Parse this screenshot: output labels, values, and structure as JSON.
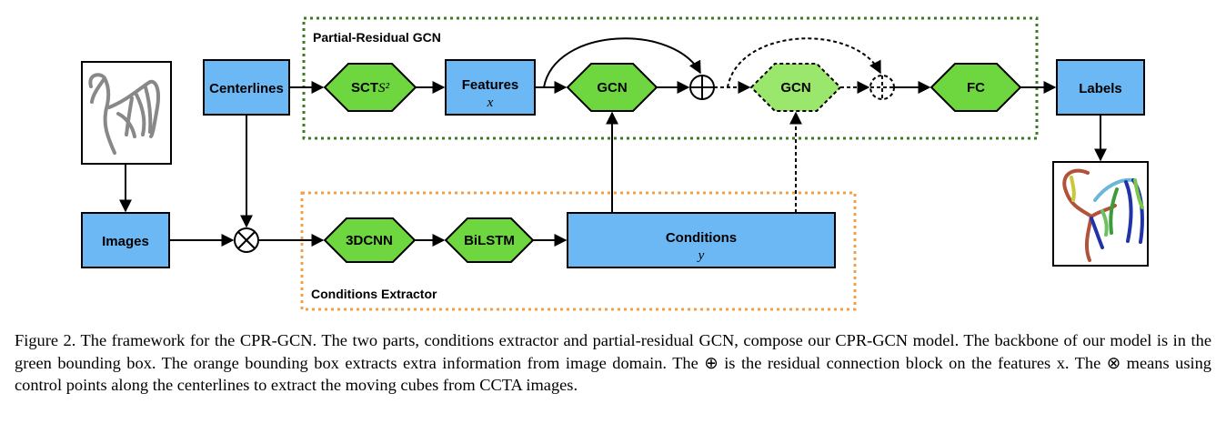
{
  "groups": {
    "partial_residual": "Partial-Residual GCN",
    "conditions_extractor": "Conditions Extractor"
  },
  "nodes": {
    "centerlines": "Centerlines",
    "sct": "SCT",
    "sct_sup": "S²",
    "features": "Features",
    "features_var": "x",
    "gcn1": "GCN",
    "gcn2": "GCN",
    "fc": "FC",
    "labels": "Labels",
    "images": "Images",
    "cnn3d": "3DCNN",
    "bilstm": "BiLSTM",
    "conditions": "Conditions",
    "conditions_var": "y"
  },
  "operators": {
    "residual_add": "⊕",
    "cube_extract": "⊗"
  },
  "caption": "Figure 2. The framework for the CPR-GCN. The two parts, conditions extractor and partial-residual GCN, compose our CPR-GCN model. The backbone of our model is in the green bounding box. The orange bounding box extracts extra information from image domain. The ⊕ is the residual connection block on the features x. The ⊗ means using control points along the centerlines to extract the moving cubes from CCTA images.",
  "colors": {
    "box_fill": "#6cb8f5",
    "diamond_fill": "#6ed63f",
    "diamond_fill_light": "#9be76d",
    "partial_residual_border": "#3a7d23",
    "conditions_border": "#f0a04a"
  }
}
